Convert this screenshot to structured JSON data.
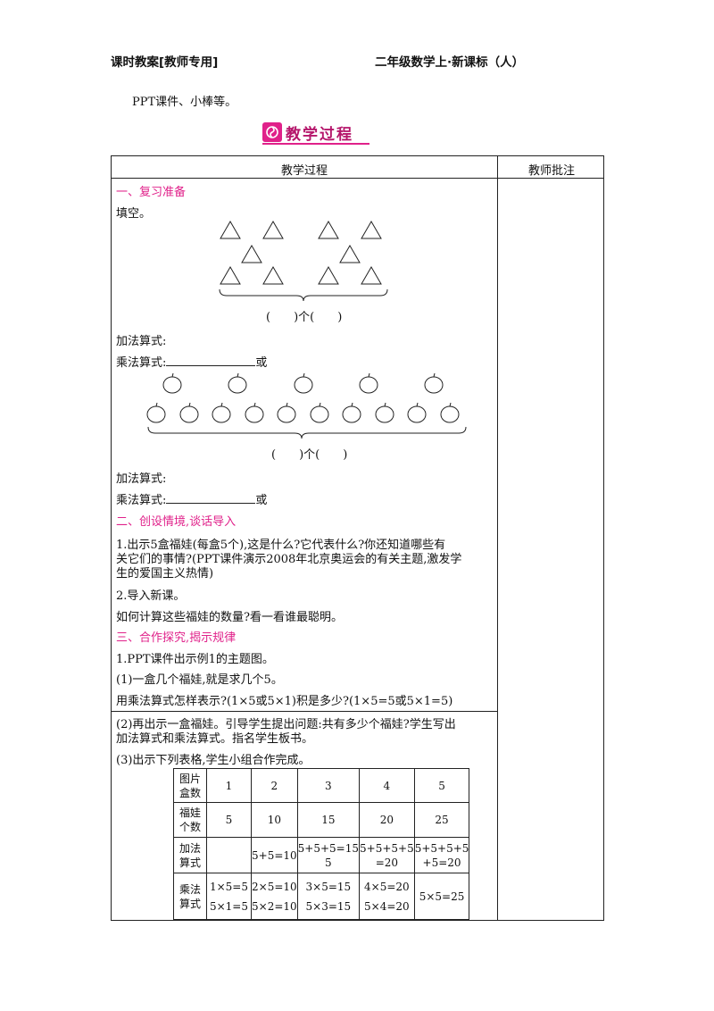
{
  "header": {
    "left": "课时教案[教师专用]",
    "right": "二年级数学上·新课标（人）"
  },
  "materials": "PPT课件、小棒等。",
  "section_title": "教学过程",
  "table_header": {
    "process": "教学过程",
    "notes": "教师批注"
  },
  "part1": {
    "heading": "一、复习准备",
    "instruction": "填空。",
    "group_caption_1": "(　　)个(　　)",
    "addition_label_1": "加法算式:",
    "multiplication_label_1": "乘法算式:",
    "or_1": "或",
    "group_caption_2": "(　　)个(　　)",
    "addition_label_2": "加法算式:",
    "multiplication_label_2": "乘法算式:",
    "or_2": "或"
  },
  "part2": {
    "heading": "二、创设情境,谈话导入",
    "item1_line1": "1.出示5盒福娃(每盒5个),这是什么?它代表什么?你还知道哪些有",
    "item1_line2": "关它们的事情?(PPT课件演示2008年北京奥运会的有关主题,激发学",
    "item1_line3": "生的爱国主义热情)",
    "item2": "2.导入新课。",
    "item2_sub": "如何计算这些福娃的数量?看一看谁最聪明。"
  },
  "part3": {
    "heading": "三、合作探究,揭示规律",
    "item1": "1.PPT课件出示例1的主题图。",
    "item1_sub1": "(1)一盒几个福娃,就是求几个5。",
    "item1_sub2": "用乘法算式怎样表示?(1×5或5×1)积是多少?(1×5=5或5×1=5)",
    "item2_line1": "(2)再出示一盒福娃。引导学生提出问题:共有多少个福娃?学生写出",
    "item2_line2": "加法算式和乘法算式。指名学生板书。",
    "item3": "(3)出示下列表格,学生小组合作完成。"
  },
  "practice_table": {
    "row_headers": [
      [
        "图片",
        "盒数"
      ],
      [
        "福娃",
        "个数"
      ],
      [
        "加法",
        "算式"
      ],
      [
        "乘法",
        "算式"
      ]
    ],
    "boxes": [
      "1",
      "2",
      "3",
      "4",
      "5"
    ],
    "counts": [
      "5",
      "10",
      "15",
      "20",
      "25"
    ],
    "addition": [
      [
        "",
        ""
      ],
      [
        "5+5=10",
        ""
      ],
      [
        "5+5+5=15",
        "5"
      ],
      [
        "5+5+5+5",
        "=20"
      ],
      [
        "5+5+5+5",
        "+5=20"
      ]
    ],
    "multiplication": [
      [
        "1×5=5",
        "5×1=5"
      ],
      [
        "2×5=10",
        "5×2=10"
      ],
      [
        "3×5=15",
        "5×3=15"
      ],
      [
        "4×5=20",
        "5×4=20"
      ],
      [
        "5×5=25",
        ""
      ]
    ]
  },
  "icons": {
    "banner": "pinwheel-icon",
    "shapes_1": "triangle-icon",
    "shapes_2": "apple-icon"
  },
  "colors": {
    "accent": "#e0218a"
  }
}
